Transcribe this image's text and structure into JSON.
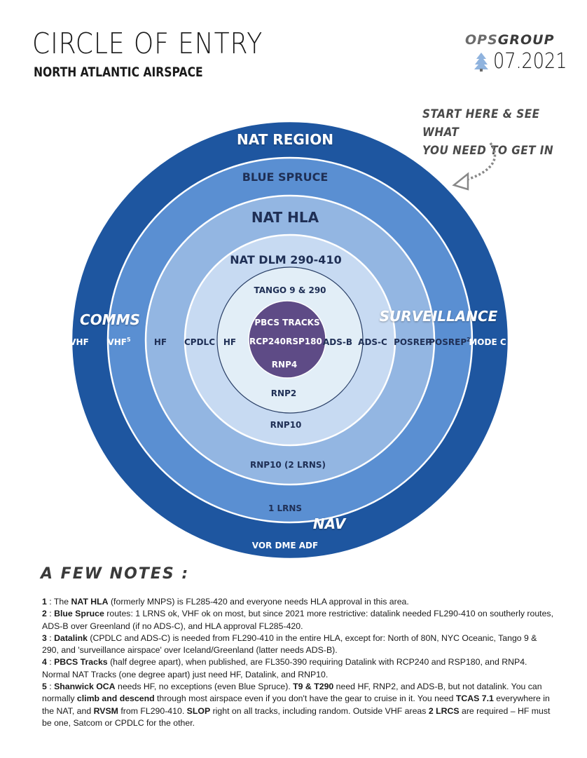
{
  "header": {
    "title": "CIRCLE OF ENTRY",
    "subtitle": "NORTH ATLANTIC AIRSPACE",
    "brand_ops": "OPS",
    "brand_group": "GROUP",
    "date": "07.2021",
    "tree_icon": "pine-tree-icon"
  },
  "callout": {
    "line1": "START HERE & SEE WHAT",
    "line2": "YOU NEED TO GET IN"
  },
  "colors": {
    "ring_nat_region": "#1e56a0",
    "ring_blue_spruce": "#5a8fd2",
    "ring_nat_hla": "#93b6e2",
    "ring_nat_dlm": "#c7daf2",
    "ring_tango": "#e2eef7",
    "core_pbcs": "#5e4b86",
    "dark_text": "#1f2f55"
  },
  "diagram": {
    "rings": [
      {
        "name": "NAT REGION"
      },
      {
        "name": "BLUE SPRUCE"
      },
      {
        "name": "NAT HLA"
      },
      {
        "name": "NAT  DLM 290-410"
      },
      {
        "name": "TANGO 9 & 290"
      }
    ],
    "core": {
      "title": "PBCS TRACKS",
      "rcp": "RCP240",
      "rsp": "RSP180",
      "rnp": "RNP4"
    },
    "comms_label": "COMMS",
    "surveillance_label": "SURVEILLANCE",
    "nav_label": "NAV",
    "comms": [
      "VHF",
      "VHF",
      "HF",
      "CPDLC",
      "HF"
    ],
    "comms_sup": "5",
    "surveillance": [
      "ADS-B",
      "ADS-C",
      "POSREP",
      "POSREP",
      "MODE C"
    ],
    "surveillance_sup": "2",
    "nav": [
      "RNP2",
      "RNP10",
      "RNP10 (2 LRNS)",
      "1 LRNS",
      "VOR DME ADF"
    ]
  },
  "notes": {
    "heading": "A FEW NOTES :",
    "items": [
      {
        "num": "1",
        "lead": " : The ",
        "key": "NAT HLA",
        "text": " (formerly MNPS) is FL285-420 and everyone needs HLA approval in this area."
      },
      {
        "num": "2",
        "lead": " : ",
        "key": "Blue Spruce",
        "text": " routes: 1 LRNS ok, VHF ok on most, but since 2021 more restrictive: datalink needed FL290-410 on southerly routes, ADS-B over Greenland (if no ADS-C), and HLA approval FL285-420."
      },
      {
        "num": "3",
        "lead": " : ",
        "key": "Datalink",
        "text": " (CPDLC and ADS-C) is needed from FL290-410 in the entire HLA, except for: North of 80N, NYC Oceanic, Tango 9 & 290, and 'surveillance airspace' over Iceland/Greenland (latter needs ADS-B)."
      },
      {
        "num": "4",
        "lead": " : ",
        "key": "PBCS Tracks",
        "text": " (half degree apart), when published, are FL350-390 requiring Datalink with RCP240 and RSP180, and RNP4. Normal NAT Tracks (one degree apart) just need HF, Datalink, and RNP10."
      }
    ],
    "note5": {
      "num": "5",
      "lead": " : ",
      "k1": "Shanwick OCA",
      "t1": " needs HF, no exceptions (even Blue Spruce). ",
      "k2": "T9 & T290",
      "t2": " need HF, RNP2, and ADS-B, but not datalink. You can normally ",
      "k3": "climb and descend",
      "t3": " through most airspace even if you don't have the gear to cruise in it. You need ",
      "k4": "TCAS 7.1",
      "t4": " everywhere in the NAT, and ",
      "k5": "RVSM",
      "t5": " from FL290-410. ",
      "k6": "SLOP",
      "t6": " right on all tracks, including random. Outside VHF areas ",
      "k7": "2 LRCS",
      "t7": " are required – HF must be one, Satcom or CPDLC for the other."
    }
  }
}
